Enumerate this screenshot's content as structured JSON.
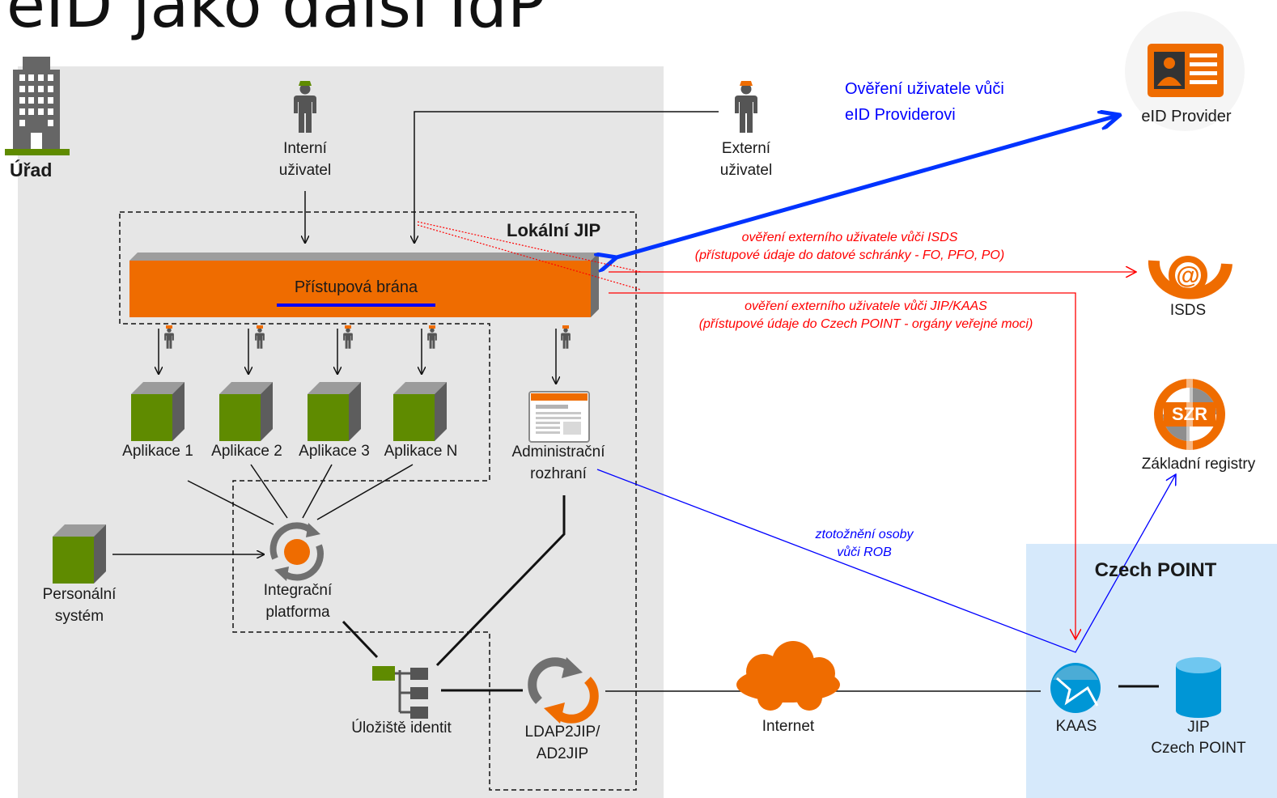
{
  "title": "eID jako další IdP",
  "office": {
    "label": "Úřad"
  },
  "users": {
    "internal": [
      "Interní",
      "uživatel"
    ],
    "external": [
      "Externí",
      "uživatel"
    ]
  },
  "local_jip": {
    "label": "Lokální JIP"
  },
  "gateway": {
    "label": "Přístupová brána"
  },
  "apps": [
    "Aplikace 1",
    "Aplikace 2",
    "Aplikace 3",
    "Aplikace N"
  ],
  "admin": [
    "Administrační",
    "rozhraní"
  ],
  "personal": [
    "Personální",
    "systém"
  ],
  "integration": [
    "Integrační",
    "platforma"
  ],
  "identity_store": {
    "label": "Úložiště identit"
  },
  "ldap": [
    "LDAP2JIP/",
    "AD2JIP"
  ],
  "internet": {
    "label": "Internet"
  },
  "eid_provider": {
    "label": "eID Provider"
  },
  "eid_verify": [
    "Ověření uživatele vůči",
    "eID Providerovi"
  ],
  "isds": {
    "label": "ISDS",
    "icon": "at-sign-icon"
  },
  "isds_verify": [
    "ověření externího uživatele vůči ISDS",
    "(přístupové údaje do datové schránky - FO, PFO, PO)"
  ],
  "jip_verify": [
    "ověření externího uživatele vůči JIP/KAAS",
    "(přístupové údaje do Czech POINT - orgány veřejné moci)"
  ],
  "szr": {
    "badge": "SZR",
    "label": "Základní registry"
  },
  "rob_match": [
    "ztotožnění osoby",
    "vůči ROB"
  ],
  "czech_point": {
    "label": "Czech POINT"
  },
  "kaas": {
    "label": "KAAS"
  },
  "jip_cp": [
    "JIP",
    "Czech POINT"
  ],
  "colors": {
    "orange": "#ef6c00",
    "green": "#5f8b00",
    "blue": "#0000ff",
    "red": "#ff0000",
    "grey_panel": "#e6e6e6",
    "cp_panel": "#d6e9fb"
  }
}
